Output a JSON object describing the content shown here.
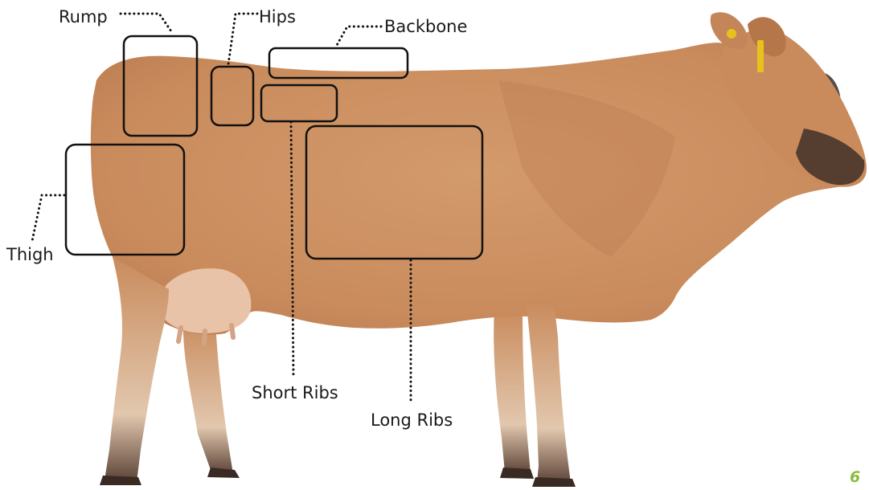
{
  "labels": {
    "rump": "Rump",
    "hips": "Hips",
    "backbone": "Backbone",
    "thigh": "Thigh",
    "short_ribs": "Short Ribs",
    "long_ribs": "Long Ribs"
  },
  "page_number": "6",
  "colors": {
    "coat": "#c98b5c",
    "coat_shadow": "#b47448",
    "hoof": "#3a2a24",
    "page_number": "#8bbd3c",
    "outline": "#111111"
  }
}
